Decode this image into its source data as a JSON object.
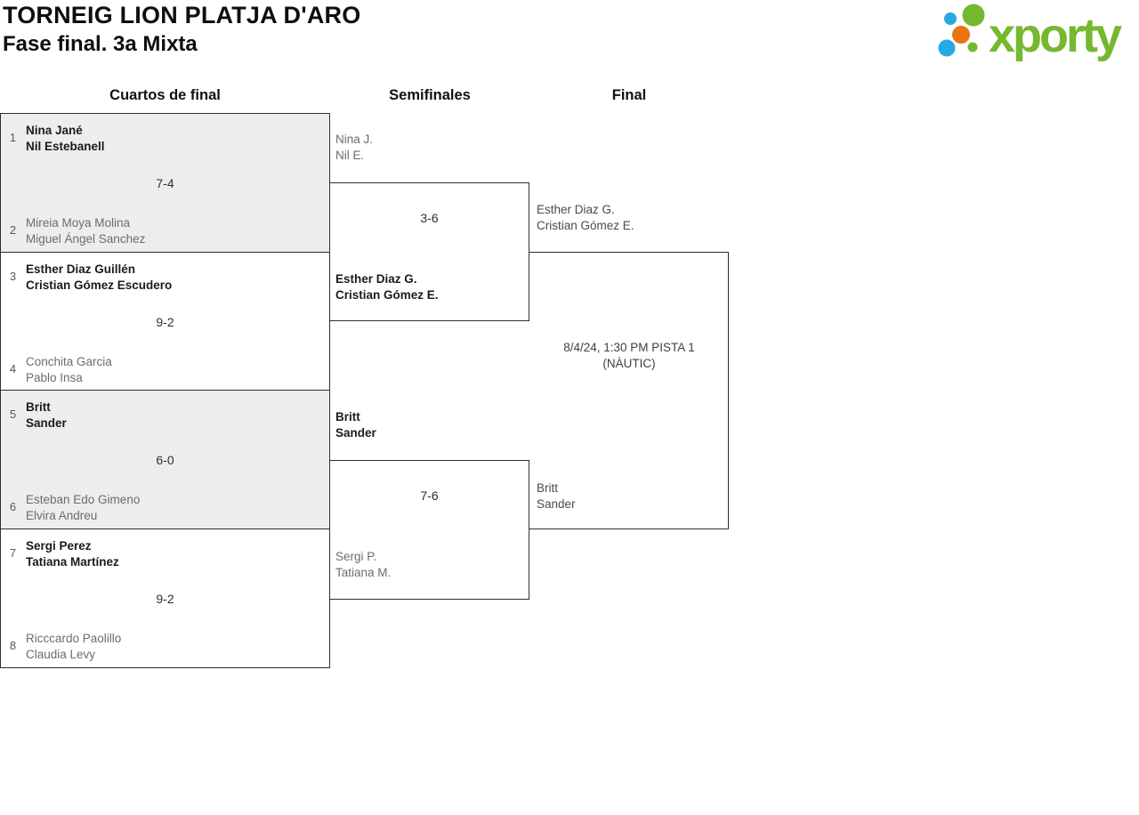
{
  "header": {
    "title": "TORNEIG LION PLATJA D'ARO",
    "subtitle": "Fase final. 3a Mixta",
    "logo_text": "xporty",
    "brand_colors": {
      "green": "#76b82e",
      "blue": "#29a9e1",
      "orange": "#e8750f"
    }
  },
  "columns": [
    {
      "label": "Cuartos de final"
    },
    {
      "label": "Semifinales"
    },
    {
      "label": "Final"
    }
  ],
  "quarterfinals": [
    {
      "seed_top": "1",
      "top": [
        "Nina Jané",
        "Nil Estebanell"
      ],
      "score": "7-4",
      "seed_bottom": "2",
      "bottom": [
        "Mireia Moya Molina",
        "Miguel Ángel Sanchez"
      ]
    },
    {
      "seed_top": "3",
      "top": [
        "Esther Diaz Guillén",
        "Cristian Gómez Escudero"
      ],
      "score": "9-2",
      "seed_bottom": "4",
      "bottom": [
        "Conchita Garcia",
        "Pablo Insa"
      ]
    },
    {
      "seed_top": "5",
      "top": [
        "Britt",
        "Sander"
      ],
      "score": "6-0",
      "seed_bottom": "6",
      "bottom": [
        "Esteban Edo Gimeno",
        "Elvira Andreu"
      ]
    },
    {
      "seed_top": "7",
      "top": [
        "Sergi Perez",
        "Tatiana Martínez"
      ],
      "score": "9-2",
      "seed_bottom": "8",
      "bottom": [
        "Ricccardo Paolillo",
        "Claudia Levy"
      ]
    }
  ],
  "semifinals": [
    {
      "top": [
        "Nina J.",
        "Nil E."
      ],
      "score": "3-6",
      "bottom": [
        "Esther Diaz G.",
        "Cristian Gómez E."
      ]
    },
    {
      "top": [
        "Britt",
        "Sander"
      ],
      "score": "7-6",
      "bottom": [
        "Sergi P.",
        "Tatiana M."
      ]
    }
  ],
  "final": {
    "top": [
      "Esther Diaz G.",
      "Cristian Gómez E."
    ],
    "bottom": [
      "Britt",
      "Sander"
    ],
    "schedule_line1": "8/4/24, 1:30 PM PISTA 1",
    "schedule_line2": "(NÀUTIC)"
  }
}
